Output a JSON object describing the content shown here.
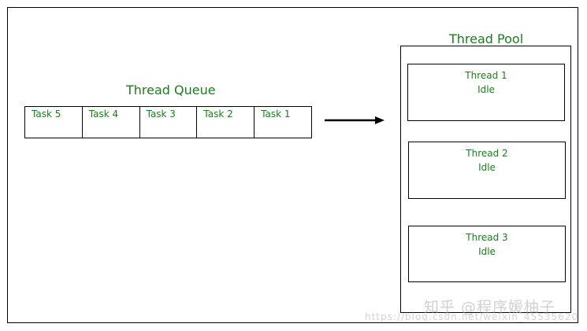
{
  "queue": {
    "title": "Thread Queue",
    "tasks": [
      "Task 5",
      "Task 4",
      "Task 3",
      "Task 2",
      "Task 1"
    ]
  },
  "pool": {
    "title": "Thread Pool",
    "threads": [
      {
        "name": "Thread 1",
        "status": "Idle"
      },
      {
        "name": "Thread 2",
        "status": "Idle"
      },
      {
        "name": "Thread 3",
        "status": "Idle"
      }
    ]
  },
  "watermark": {
    "text": "知乎 @程序媛柚子",
    "url": "https://blog.csdn.net/weixin_45535620"
  },
  "colors": {
    "label": "#1a7f1a",
    "border": "#000000"
  }
}
